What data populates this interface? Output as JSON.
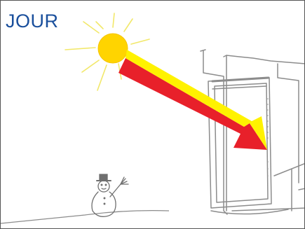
{
  "title": "JOUR",
  "colors": {
    "title": "#1a4f9c",
    "sun": "#ffd400",
    "sun_rays": "#f2e86a",
    "arrow_main": "#e8202a",
    "arrow_highlight": "#fff200",
    "sketch": "#8c8c8c"
  },
  "icons": [
    "sun-icon",
    "snowman-icon",
    "light-ray-arrow",
    "window-frame"
  ]
}
